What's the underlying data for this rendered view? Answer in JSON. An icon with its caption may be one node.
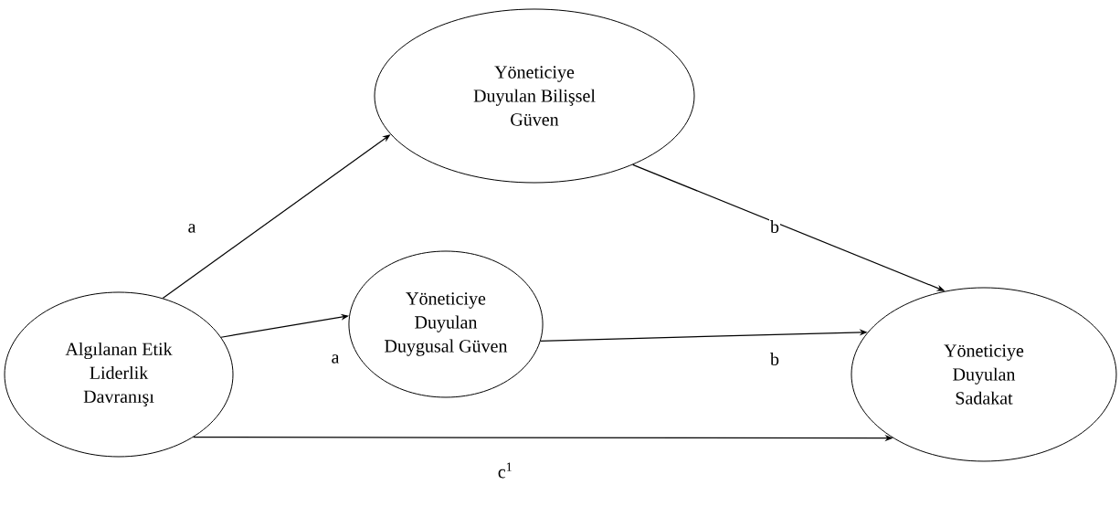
{
  "diagram": {
    "nodes": [
      {
        "text": [
          "Algılanan Etik Liderlik Davranışı"
        ]
      },
      {
        "text": [
          "Yöneticiye Duyulan Bilişsel Güven"
        ]
      },
      {
        "text": [
          "Yöneticiye Duyulan Duygusal Güven"
        ]
      },
      {
        "text": [
          "Yöneticiye Duyulan Sadakat"
        ]
      }
    ],
    "edges": [
      {
        "from": 0,
        "to": 1,
        "arrow": "to",
        "label": "a"
      },
      {
        "from": 1,
        "to": 3,
        "arrow": "to",
        "label": "b"
      },
      {
        "from": 0,
        "to": 2,
        "arrow": "to",
        "label": "a"
      },
      {
        "from": 2,
        "to": 3,
        "arrow": "to",
        "label": "b"
      },
      {
        "from": 0,
        "to": 3,
        "arrow": "to",
        "label": "c$^{1}$"
      }
    ]
  }
}
